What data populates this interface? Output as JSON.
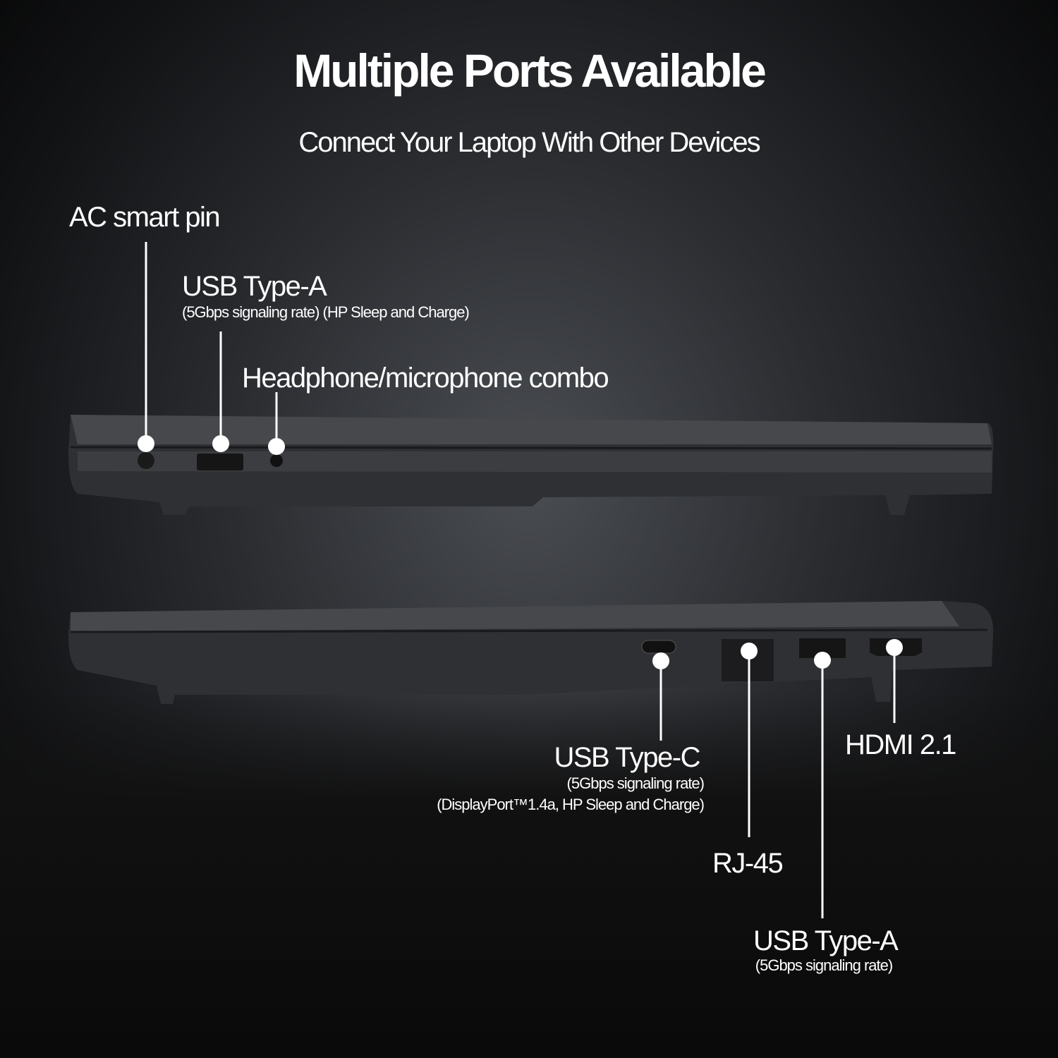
{
  "header": {
    "title": "Multiple Ports Available",
    "subtitle": "Connect Your Laptop With Other Devices"
  },
  "left_ports": [
    {
      "label": "AC smart pin"
    },
    {
      "label": "USB Type-A",
      "detail": "(5Gbps signaling rate) (HP Sleep and Charge)"
    },
    {
      "label": "Headphone/microphone combo"
    }
  ],
  "right_ports": [
    {
      "label": "USB Type-C",
      "detail": "(5Gbps signaling rate)",
      "detail2": "(DisplayPort™1.4a, HP Sleep and Charge)"
    },
    {
      "label": "RJ-45"
    },
    {
      "label": "USB Type-A",
      "detail": "(5Gbps signaling rate)"
    },
    {
      "label": "HDMI 2.1"
    }
  ],
  "colors": {
    "laptop": "#3a3b3e",
    "callout": "#ffffff"
  }
}
